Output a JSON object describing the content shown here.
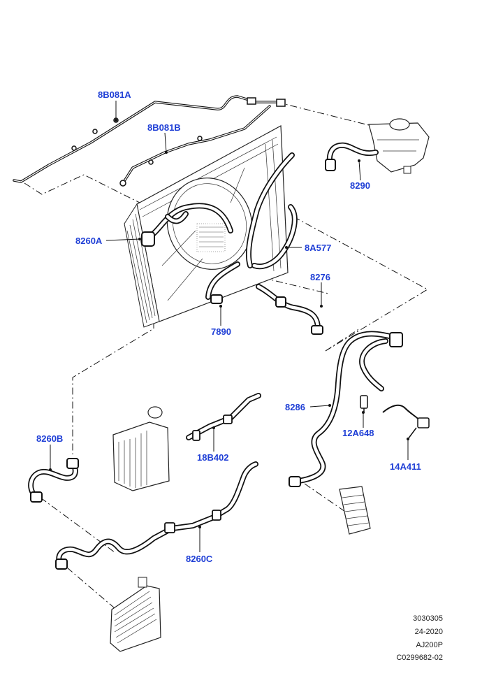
{
  "diagram": {
    "callouts": [
      {
        "id": "8B081A"
      },
      {
        "id": "8B081B"
      },
      {
        "id": "8290"
      },
      {
        "id": "8260A"
      },
      {
        "id": "8A577"
      },
      {
        "id": "8276"
      },
      {
        "id": "7890"
      },
      {
        "id": "8286"
      },
      {
        "id": "12A648"
      },
      {
        "id": "14A411"
      },
      {
        "id": "8260B"
      },
      {
        "id": "18B402"
      },
      {
        "id": "8260C"
      }
    ],
    "meta": [
      "3030305",
      "24-2020",
      "AJ200P",
      "C0299682-02"
    ],
    "label_color": "#1f3fd6"
  }
}
